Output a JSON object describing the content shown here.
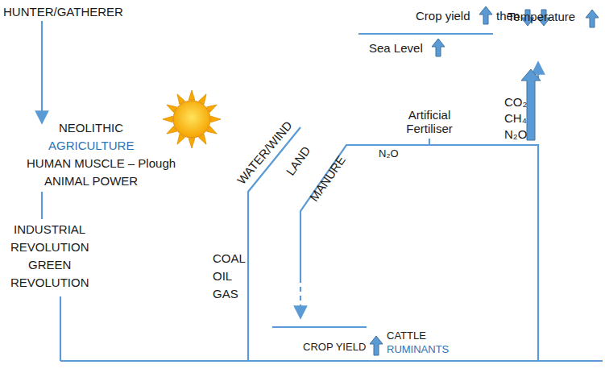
{
  "diagram": {
    "labels": [
      "HUNTER/GATHERER",
      "NEOLITHIC",
      "AGRICULTURE",
      "HUMAN MUSCLE – Plough",
      "ANIMAL POWER",
      "INDUSTRIAL",
      "REVOLUTION",
      "GREEN",
      "REVOLUTION",
      "COAL",
      "OIL",
      "GAS",
      "WATER/WIND",
      "LAND",
      "MANURE",
      "Artificial Fertiliser",
      "N₂O",
      "CO₂",
      "CH₄",
      "N₂O",
      "Temperature",
      "Sea Level",
      "Crop yield",
      "then",
      "CROP YIELD",
      "CATTLE",
      "RUMINANTS"
    ]
  }
}
